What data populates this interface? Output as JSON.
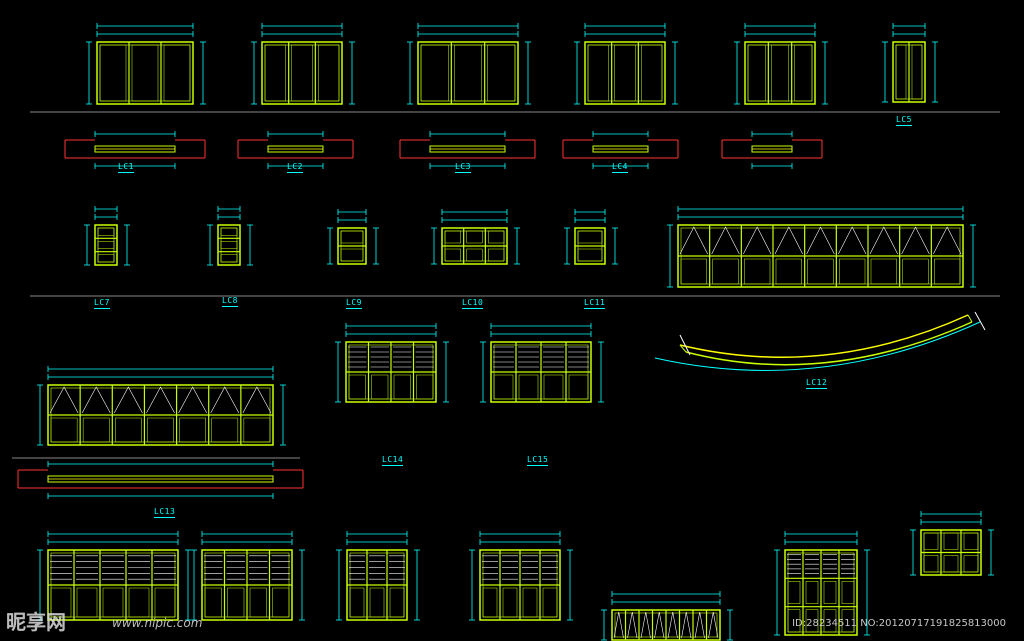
{
  "drawing": {
    "labels": {
      "lc1": "LC1",
      "lc2": "LC2",
      "lc3": "LC3",
      "lc4": "LC4",
      "lc5": "LC5",
      "lc7": "LC7",
      "lc8": "LC8",
      "lc9": "LC9",
      "lc10": "LC10",
      "lc11": "LC11",
      "lc12": "LC12",
      "lc13": "LC13",
      "lc14": "LC14",
      "lc15": "LC15"
    }
  },
  "colors": {
    "background": "#000000",
    "frame": "#c8ff00",
    "dimension": "#00ffff",
    "white": "#ffffff",
    "red": "#ff3333",
    "yellow": "#ffff00"
  },
  "watermark": {
    "logo": "昵享网",
    "url": "www.nipic.com",
    "id": "ID:28234511 NO:20120717191825813000"
  }
}
